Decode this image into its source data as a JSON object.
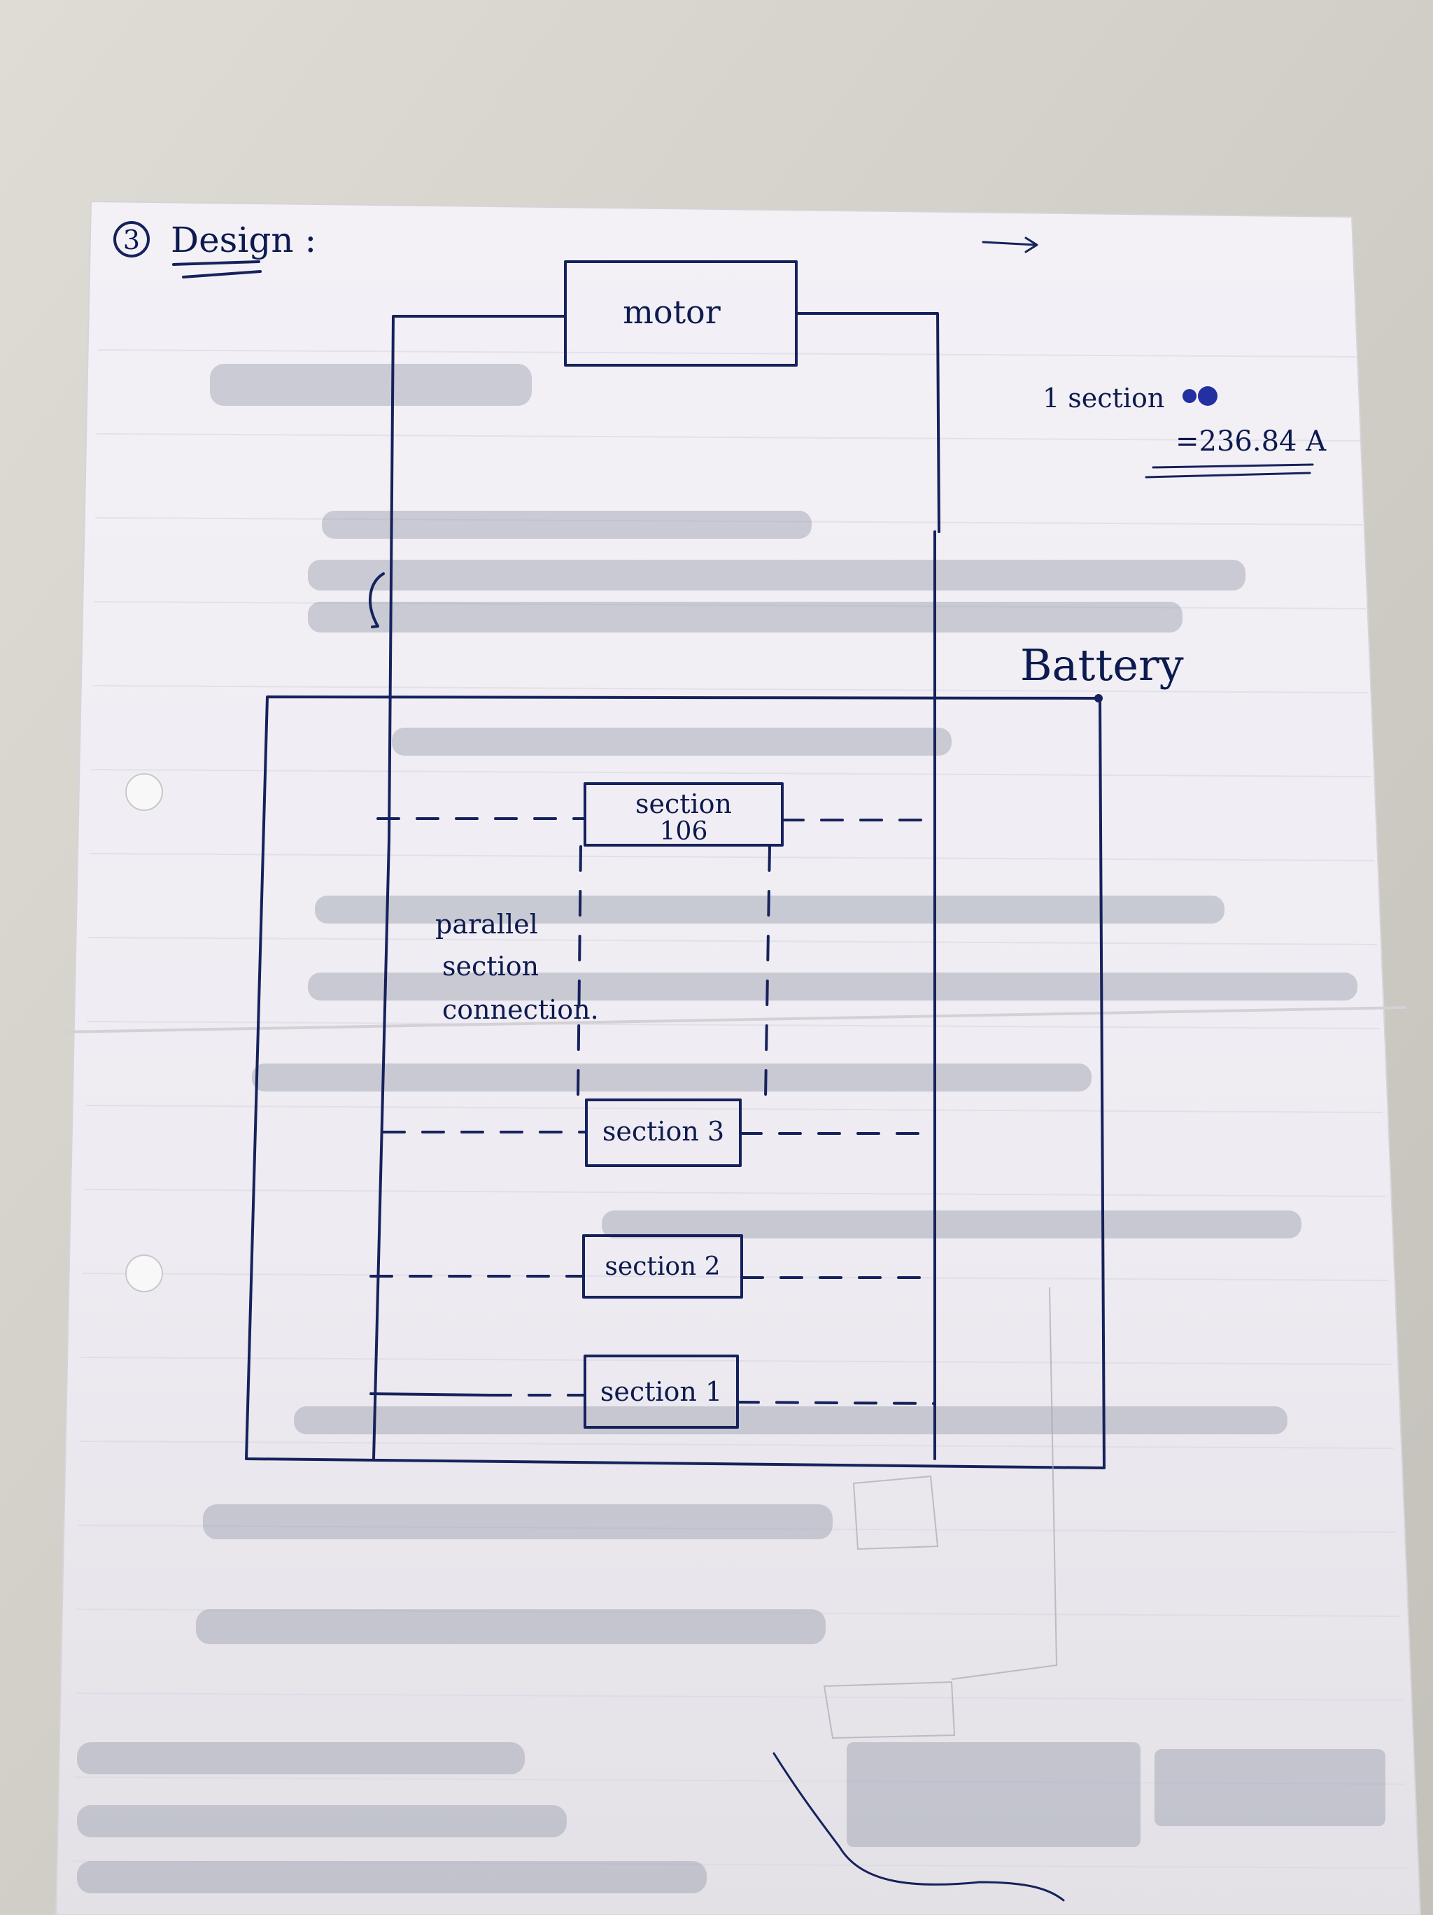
{
  "diagram": {
    "heading": "Design :",
    "heading_number": "3",
    "motor_label": "motor",
    "note_line1": "1 section",
    "note_line2": "=236.84 A",
    "battery_label": "Battery",
    "parallel_label_line1": "parallel",
    "parallel_label_line2": "section",
    "parallel_label_line3": "connection.",
    "sections": [
      {
        "line1": "section",
        "line2": "106"
      },
      {
        "line1": "section 3",
        "line2": ""
      },
      {
        "line1": "section 2",
        "line2": ""
      },
      {
        "line1": "section 1",
        "line2": ""
      }
    ]
  },
  "colors": {
    "ink": "#16225c",
    "paper": "#f1eff4",
    "background": "#cfcdc6"
  }
}
